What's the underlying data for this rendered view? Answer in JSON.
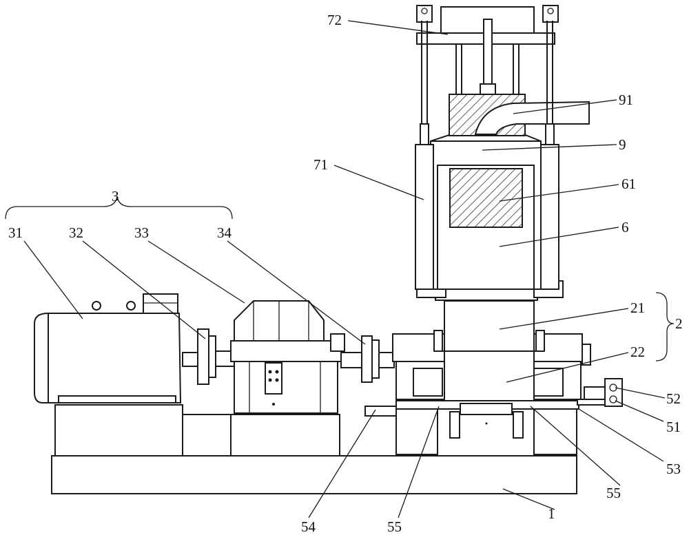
{
  "labels": {
    "l3": "3",
    "l31": "31",
    "l32": "32",
    "l33": "33",
    "l34": "34",
    "l72": "72",
    "l91": "91",
    "l9": "9",
    "l71": "71",
    "l61": "61",
    "l6": "6",
    "l21": "21",
    "l2": "2",
    "l22": "22",
    "l52": "52",
    "l51": "51",
    "l53": "53",
    "l55a": "55",
    "l1": "1",
    "l54": "54",
    "l55b": "55"
  }
}
